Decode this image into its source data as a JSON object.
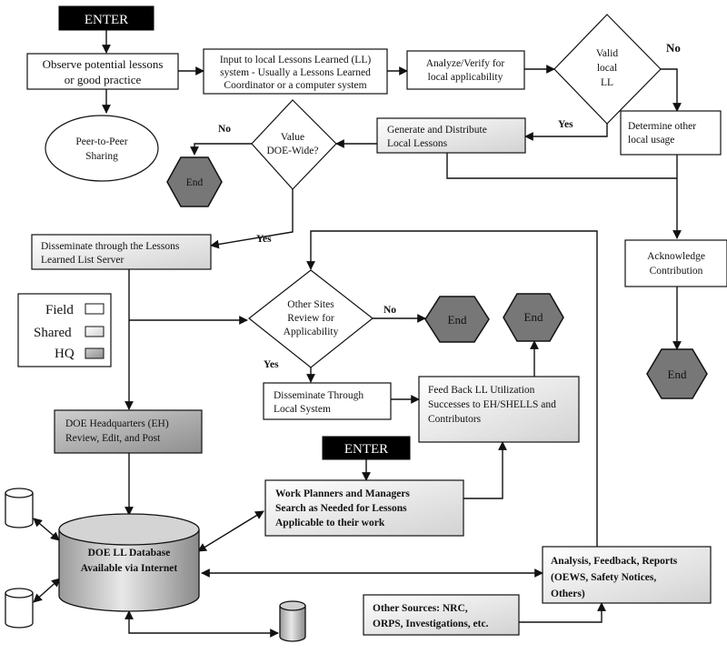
{
  "nodes": {
    "enter_top": "ENTER",
    "observe": [
      "Observe potential lessons",
      "or good practice"
    ],
    "input_local": [
      "Input to local Lessons Learned  (LL)",
      "system - Usually a Lessons Learned",
      "Coordinator or a computer system"
    ],
    "analyze": [
      "Analyze/Verify for",
      "local applicability"
    ],
    "valid_local": [
      "Valid",
      "local",
      "LL"
    ],
    "peer": [
      "Peer-to-Peer",
      "Sharing"
    ],
    "generate": [
      "Generate and Distribute",
      "Local Lessons"
    ],
    "value_doe": [
      "Value",
      "DOE-Wide?"
    ],
    "end1": "End",
    "determine": [
      "Determine other",
      "local usage"
    ],
    "disseminate_list": [
      "Disseminate through the Lessons",
      "Learned List Server"
    ],
    "acknowledge": [
      "Acknowledge",
      "Contribution"
    ],
    "other_sites": [
      "Other Sites",
      "Review for",
      "Applicability"
    ],
    "end2": "End",
    "end3": "End",
    "end4": "End",
    "disseminate_local": [
      "Disseminate Through",
      "Local System"
    ],
    "feedback": [
      "Feed Back LL Utilization",
      "Successes to EH/SHELLS and",
      "Contributors"
    ],
    "doe_hq": [
      "DOE Headquarters (EH)",
      "Review, Edit, and Post"
    ],
    "enter_bottom": "ENTER",
    "work_planners": [
      "Work Planners and Managers",
      "Search as Needed for Lessons",
      "Applicable to their work"
    ],
    "database": [
      "DOE LL Database",
      "Available via Internet"
    ],
    "analysis": [
      "Analysis, Feedback, Reports",
      "(OEWS, Safety Notices,",
      "Others)"
    ],
    "other_sources": [
      "Other Sources: NRC,",
      "ORPS, Investigations, etc."
    ]
  },
  "edge_labels": {
    "valid_no": "No",
    "valid_yes": "Yes",
    "value_no": "No",
    "value_yes": "Yes",
    "other_no": "No",
    "other_yes": "Yes"
  },
  "legend": {
    "field": "Field",
    "shared": "Shared",
    "hq": "HQ"
  },
  "colors": {
    "field_fill": "#ffffff",
    "shared_fill": "#e6e6e6",
    "hq_fill": "#b5b5b5",
    "end_fill": "#777777",
    "enter_fill": "#000000"
  }
}
